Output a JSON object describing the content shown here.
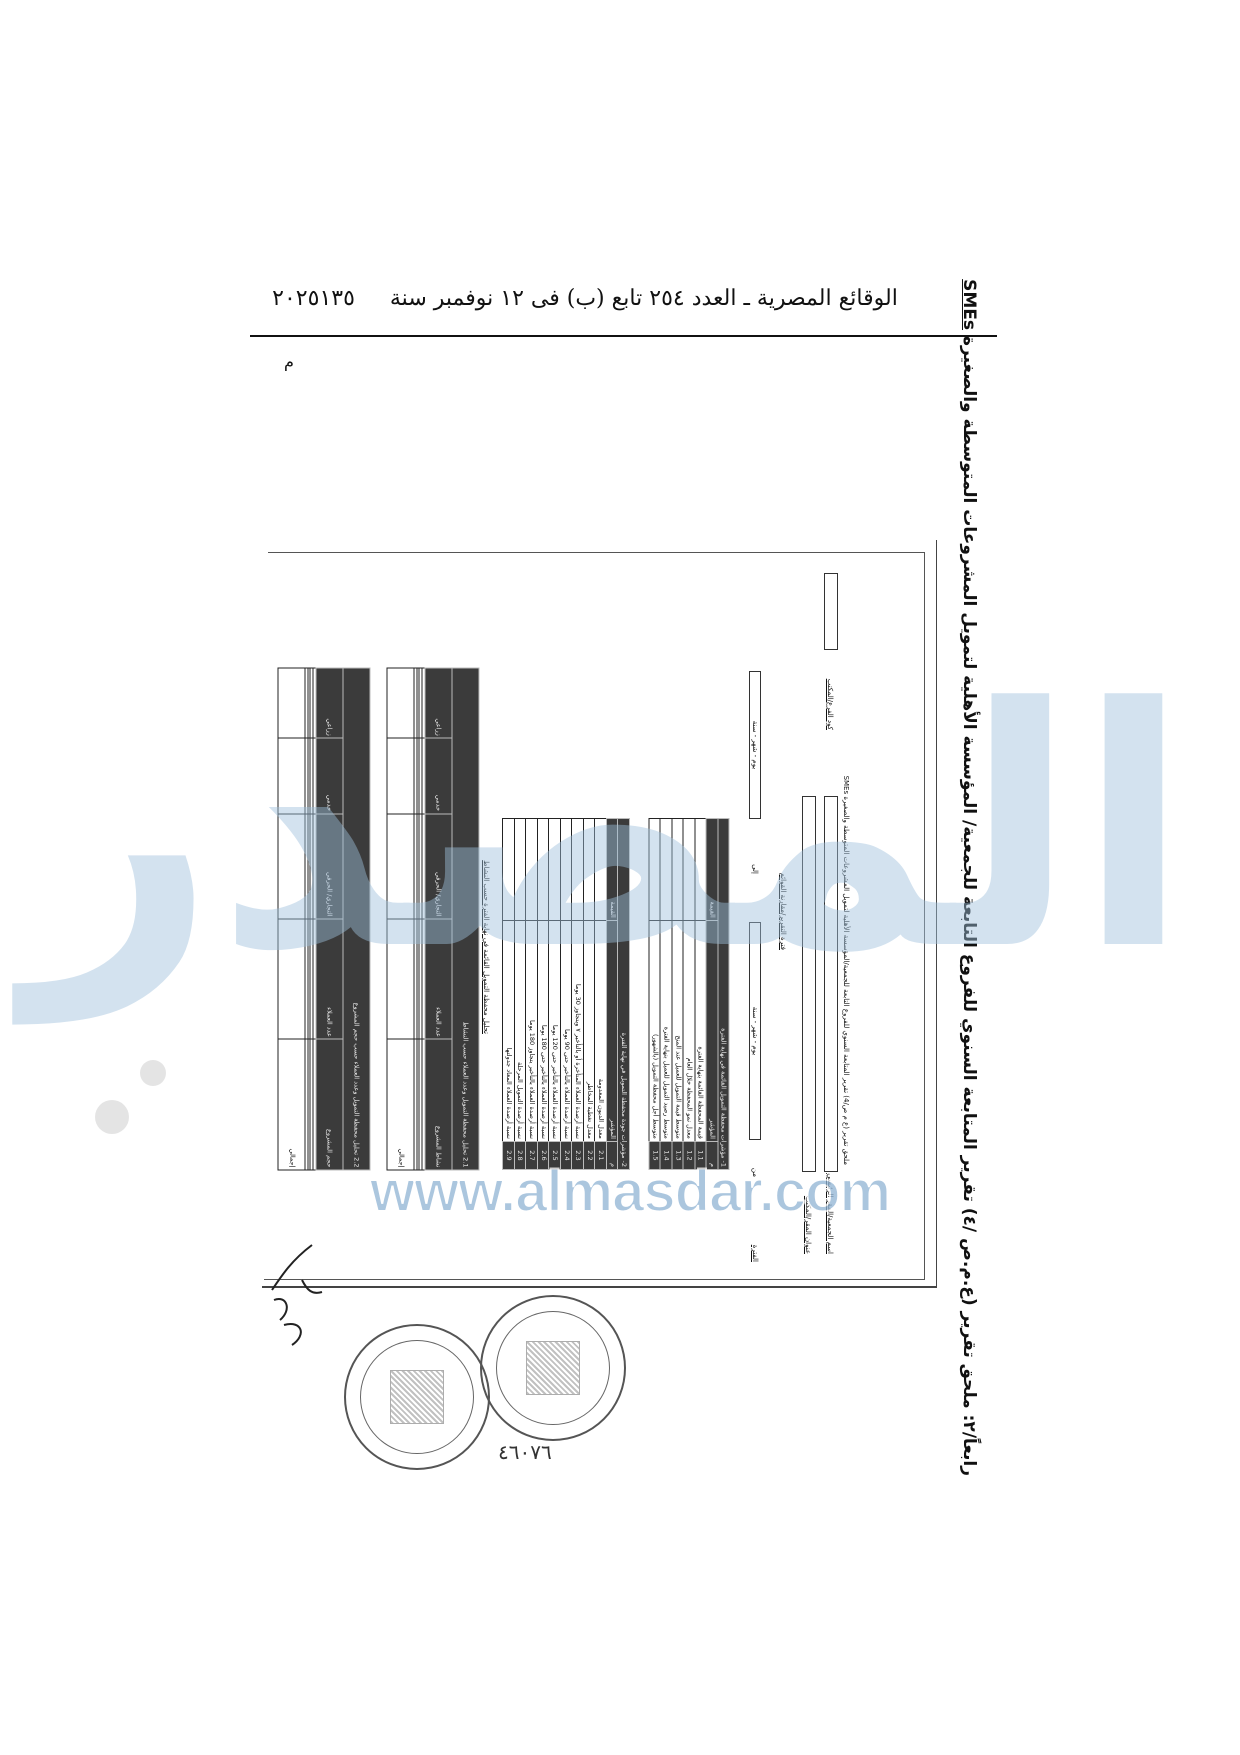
{
  "header": {
    "title": "الوقائع المصرية ـ العدد ٢٥٤ تابع (ب) فى ١٢ نوفمبر سنة ٢٠٢٥",
    "page_number": "١٣٥"
  },
  "document": {
    "title": "رابعاً/٢: ملحق تقرير (ع.م.ص /٤) تقرير المتابعة السنوي للفروع التابعة للجمعية/ المؤسسة الأهلية لتمويل المشروعات المتوسطة والصغيرة",
    "title_abbr": "SMEs",
    "corner_mark": "م"
  },
  "form": {
    "subtitle": "ملحق تقرير (ع م ص/4) تقرير المتابعة السنوي للفروع التابعة للجمعية/المؤسسة الأهلية لتمويل المشروعات المتوسطة والصغيرة SMEs",
    "code_label": "كود الفرع/المكتب",
    "name_label": "اسم الجمعية/المقر الرئيسي",
    "address_label": "عنوان المقر/المكتب",
    "period_section": "فترة التقرير/مقارنة القوائم",
    "period_label": "الفترة",
    "from_label": "من",
    "to_label": "إلى",
    "date_placeholder": "يوم  -  شهر  -  سنة",
    "note": "تحليل محفظة التمويل القائمة في نهاية الفترة حسب النشاط"
  },
  "tables": {
    "t1": {
      "title": "1- مؤشرات محفظة التمويل القائمة في نهاية الفترة",
      "headers": [
        "م",
        "المؤشر",
        "القيمة"
      ],
      "rows": [
        [
          "1.1",
          "قيمة المحفظة القائمة بنهاية الفترة",
          ""
        ],
        [
          "1.2",
          "معدل نمو المحفظة خلال العام",
          ""
        ],
        [
          "1.3",
          "متوسط قيمة التمويل للعميل عند المنح",
          ""
        ],
        [
          "1.4",
          "متوسط رصيد التمويل للعميل بنهاية الفترة",
          ""
        ],
        [
          "1.5",
          "متوسط أجل محفظة التمويل (بالشهور)",
          ""
        ]
      ]
    },
    "t2": {
      "title": "2- مؤشرات جودة محفظة التمويل في نهاية الفترة",
      "headers": [
        "م",
        "المؤشر",
        "القيمة"
      ],
      "rows": [
        [
          "2.1",
          "معدل الديون المعدومة",
          ""
        ],
        [
          "2.2",
          "معدل تغطية المخاطر",
          ""
        ],
        [
          "2.3",
          "نسبة أرصدة العملاء المتأخرة أو بالتأخير ٧ ويتجاوز 30 يوما",
          ""
        ],
        [
          "2.4",
          "نسبة أرصدة العملاء بالتأخير حتى 90 يوما",
          ""
        ],
        [
          "2.5",
          "نسبة أرصدة العملاء بالتأخير حتى 120 يوما",
          ""
        ],
        [
          "2.6",
          "نسبة أرصدة العملاء بالتأخير حتى 180 يوما",
          ""
        ],
        [
          "2.7",
          "نسبة أرصدة العملاء بالتأخير يتجاوز 180 يوما",
          ""
        ],
        [
          "2.8",
          "نسبة أرصدة التمويل المرحلة",
          ""
        ],
        [
          "2.9",
          "نسبة أرصدة العملاء المعاد جدولتها",
          ""
        ]
      ]
    },
    "t3": {
      "title": "2.1 تحليل محفظة التمويل وعدد العملاء حسب النشاط",
      "headers": [
        "نشاط المشروع",
        "عدد العملاء",
        "التجاري/ الحرفي",
        "خدمي",
        "زراعي"
      ],
      "rows": [
        [
          "",
          "",
          "",
          "",
          ""
        ],
        [
          "",
          "",
          "",
          "",
          ""
        ],
        [
          "",
          "",
          "",
          "",
          ""
        ],
        [
          "",
          "",
          "",
          "",
          ""
        ],
        [
          "إجمالي",
          "",
          "",
          "",
          ""
        ]
      ]
    },
    "t4": {
      "title": "2.2 تحليل محفظة التمويل وعدد العملاء حسب حجم المشروع",
      "headers": [
        "حجم المشروع",
        "عدد العملاء",
        "التجاري/ الحرفي",
        "خدمي",
        "زراعي"
      ],
      "rows": [
        [
          "",
          "",
          "",
          "",
          ""
        ],
        [
          "",
          "",
          "",
          "",
          ""
        ],
        [
          "",
          "",
          "",
          "",
          ""
        ],
        [
          "",
          "",
          "",
          "",
          ""
        ],
        [
          "إجمالي",
          "",
          "",
          "",
          ""
        ]
      ]
    }
  },
  "stamps": {
    "serial_number": "٤٦٠٧٦"
  },
  "watermark": {
    "logo_text": "المصدر",
    "url": "www.almasdar.com"
  }
}
